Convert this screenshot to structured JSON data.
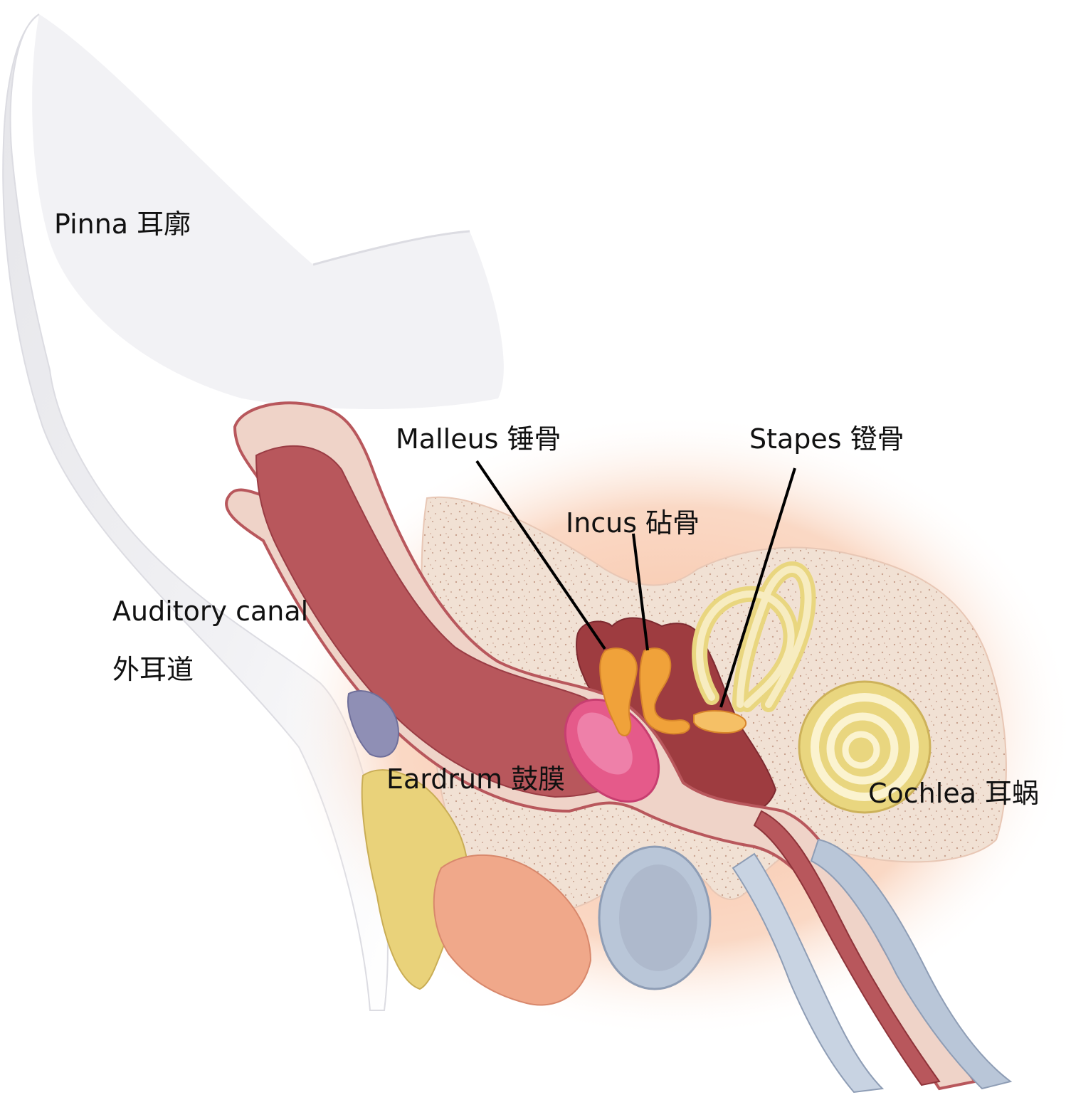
{
  "labels": {
    "pinna": "Pinna 耳廓",
    "auditory_canal_en": "Auditory canal",
    "auditory_canal_zh": "外耳道",
    "malleus": "Malleus 锤骨",
    "incus": "Incus 砧骨",
    "stapes": "Stapes 镫骨",
    "eardrum": "Eardrum 鼓膜",
    "cochlea": "Cochlea 耳蜗"
  },
  "colors": {
    "pinna": "#ececf0",
    "canal": "#b8575c",
    "canal_wall": "#efd3c8",
    "bone": "#f2e2d6",
    "glow": "#f6b796",
    "middle_ear": "#9e3c40",
    "ossicles": "#f0a23a",
    "eardrum": "#e55a8a",
    "cochlea": "#f3e6a0",
    "vessel_blue": "#b9c6d8",
    "gland_yellow": "#e9d27a",
    "gland_pink": "#f0a88a",
    "leader": "#000000"
  }
}
